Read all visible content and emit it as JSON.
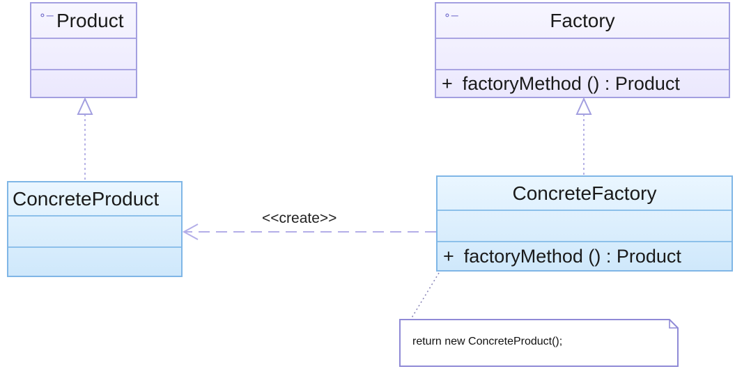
{
  "classes": {
    "product": {
      "name": "Product",
      "icon": "interface-icon"
    },
    "factory": {
      "name": "Factory",
      "icon": "interface-icon",
      "operation": {
        "visibility": "+",
        "signature": "factoryMethod () : Product"
      }
    },
    "concrete_product": {
      "name": "ConcreteProduct"
    },
    "concrete_factory": {
      "name": "ConcreteFactory",
      "operation": {
        "visibility": "+",
        "signature": "factoryMethod () : Product"
      }
    }
  },
  "relations": {
    "create_label": "<<create>>"
  },
  "note": {
    "text": "return new ConcreteProduct();"
  },
  "colors": {
    "interface_border": "#a39fe0",
    "concrete_border": "#7fb6e6",
    "dependency_line": "#b3aee8"
  }
}
